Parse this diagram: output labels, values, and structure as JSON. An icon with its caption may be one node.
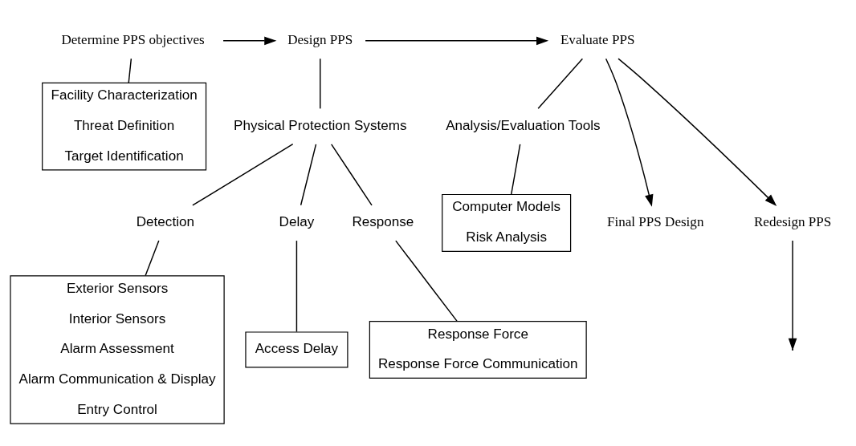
{
  "diagram": {
    "nodes": [
      {
        "text": [
          "Determine PPS objectives"
        ]
      },
      {
        "text": [
          "Facility Characterization",
          "Threat Definition",
          "Target Identification"
        ]
      },
      {
        "text": [
          "Design PPS"
        ]
      },
      {
        "text": [
          "Physical Protection Systems"
        ]
      },
      {
        "text": [
          "Detection"
        ]
      },
      {
        "text": [
          "Delay"
        ]
      },
      {
        "text": [
          "Response"
        ]
      },
      {
        "text": [
          "Exterior Sensors",
          "Interior Sensors",
          "Alarm Assessment",
          "Alarm Communication & Display",
          "Entry Control"
        ]
      },
      {
        "text": [
          "Access Delay"
        ]
      },
      {
        "text": [
          "Response Force",
          "Response Force Communication"
        ]
      },
      {
        "text": [
          "Evaluate PPS"
        ]
      },
      {
        "text": [
          "Analysis/Evaluation Tools"
        ]
      },
      {
        "text": [
          "Computer Models",
          "Risk Analysis"
        ]
      },
      {
        "text": [
          "Final PPS Design"
        ]
      },
      {
        "text": [
          "Redesign PPS"
        ]
      }
    ],
    "edges": [
      {
        "from": 0,
        "to": 2,
        "arrow": "to"
      },
      {
        "from": 2,
        "to": 10,
        "arrow": "to"
      },
      {
        "from": 10,
        "to": 13,
        "arrow": "to"
      },
      {
        "from": 10,
        "to": 14,
        "arrow": "to"
      },
      {
        "from": 14,
        "to": null,
        "arrow": "to"
      },
      {
        "from": 0,
        "to": 1,
        "arrow": "none"
      },
      {
        "from": 2,
        "to": 3,
        "arrow": "none"
      },
      {
        "from": 3,
        "to": 4,
        "arrow": "none"
      },
      {
        "from": 3,
        "to": 5,
        "arrow": "none"
      },
      {
        "from": 3,
        "to": 6,
        "arrow": "none"
      },
      {
        "from": 4,
        "to": 7,
        "arrow": "none"
      },
      {
        "from": 5,
        "to": 8,
        "arrow": "none"
      },
      {
        "from": 6,
        "to": 9,
        "arrow": "none"
      },
      {
        "from": 10,
        "to": 11,
        "arrow": "none"
      },
      {
        "from": 11,
        "to": 12,
        "arrow": "none"
      }
    ]
  }
}
